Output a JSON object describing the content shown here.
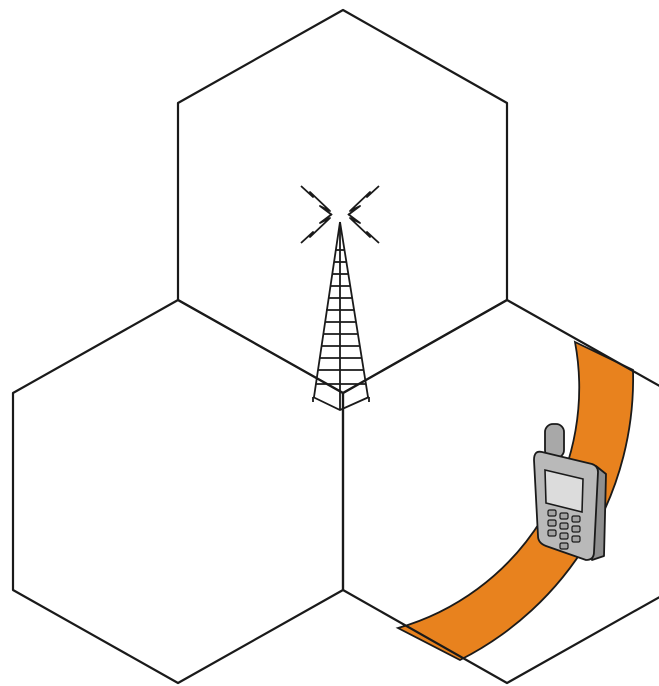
{
  "diagram": {
    "cells": [
      {
        "name": "cell-top"
      },
      {
        "name": "cell-left"
      },
      {
        "name": "cell-right"
      }
    ],
    "colors": {
      "band": "#e8821e",
      "phone_body": "#b9b9b9",
      "phone_screen": "#dcdcdc",
      "phone_key": "#a3a3a3",
      "outline": "#1a1a1a"
    },
    "icons": [
      "cell-tower-icon",
      "radio-signal-icon",
      "mobile-phone-icon"
    ]
  }
}
